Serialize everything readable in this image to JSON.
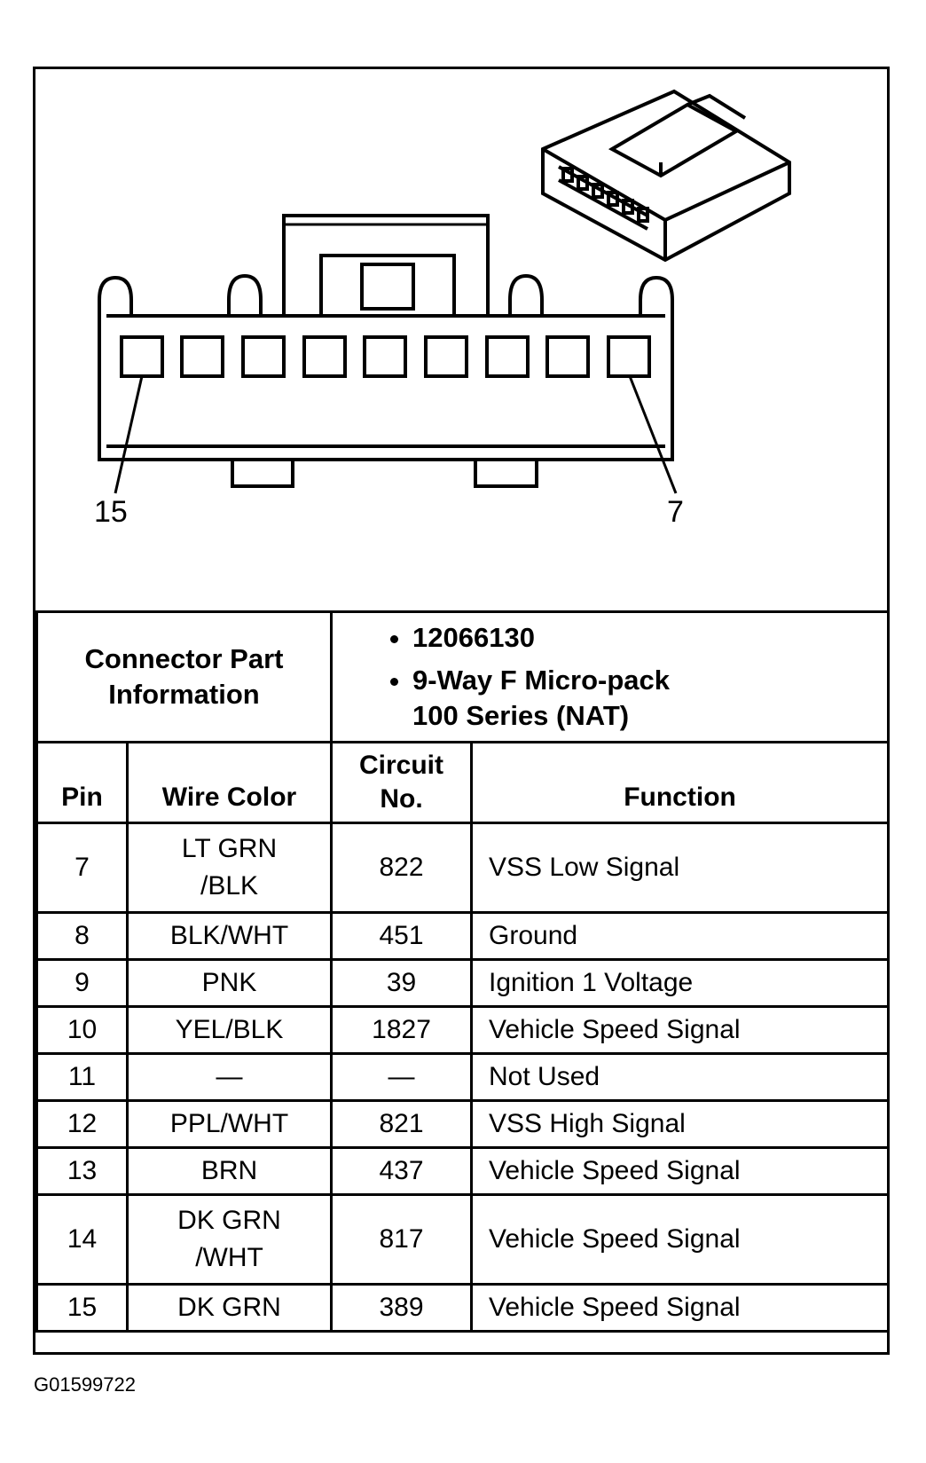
{
  "diagram": {
    "pin_label_left": "15",
    "pin_label_right": "7"
  },
  "connector_info": {
    "label_line1": "Connector Part",
    "label_line2": "Information",
    "items": [
      {
        "line1": "12066130"
      },
      {
        "line1": "9-Way F Micro-pack",
        "line2": "100 Series (NAT)"
      }
    ]
  },
  "headers": {
    "pin": "Pin",
    "wire_color": "Wire Color",
    "circuit_line1": "Circuit",
    "circuit_line2": "No.",
    "function": "Function"
  },
  "rows": [
    {
      "pin": "7",
      "color": "LT GRN",
      "color2": "/BLK",
      "circuit": "822",
      "function": "VSS Low Signal"
    },
    {
      "pin": "8",
      "color": "BLK/WHT",
      "color2": "",
      "circuit": "451",
      "function": "Ground"
    },
    {
      "pin": "9",
      "color": "PNK",
      "color2": "",
      "circuit": "39",
      "function": "Ignition 1 Voltage"
    },
    {
      "pin": "10",
      "color": "YEL/BLK",
      "color2": "",
      "circuit": "1827",
      "function": "Vehicle Speed Signal"
    },
    {
      "pin": "11",
      "color": "—",
      "color2": "",
      "circuit": "—",
      "function": "Not Used"
    },
    {
      "pin": "12",
      "color": "PPL/WHT",
      "color2": "",
      "circuit": "821",
      "function": "VSS High Signal"
    },
    {
      "pin": "13",
      "color": "BRN",
      "color2": "",
      "circuit": "437",
      "function": "Vehicle Speed Signal"
    },
    {
      "pin": "14",
      "color": "DK GRN",
      "color2": "/WHT",
      "circuit": "817",
      "function": "Vehicle Speed Signal"
    },
    {
      "pin": "15",
      "color": "DK GRN",
      "color2": "",
      "circuit": "389",
      "function": "Vehicle Speed Signal"
    }
  ],
  "image_id": "G01599722"
}
